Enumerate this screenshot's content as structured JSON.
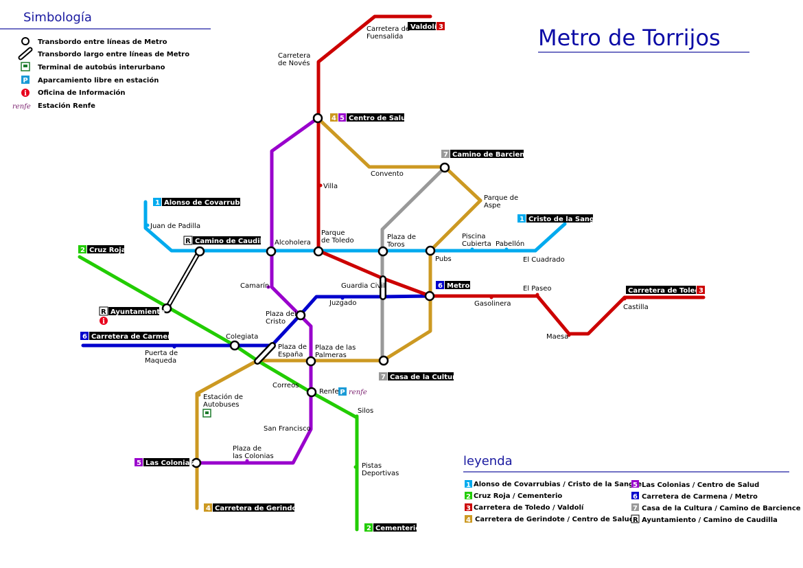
{
  "title": "Metro de Torrijos",
  "simbologia": {
    "heading": "Simbología",
    "items": [
      {
        "icon": "transfer-circle-icon",
        "label": "Transbordo entre líneas de Metro"
      },
      {
        "icon": "long-transfer-icon",
        "label": "Transbordo largo entre líneas de Metro"
      },
      {
        "icon": "bus-terminal-icon",
        "label": "Terminal de autobús interurbano"
      },
      {
        "icon": "parking-icon",
        "label": "Aparcamiento libre en estación"
      },
      {
        "icon": "info-icon",
        "label": "Oficina de Información"
      },
      {
        "icon": "renfe-logo",
        "label": "Estación Renfe"
      }
    ],
    "renfe_text": "renfe"
  },
  "leyenda": {
    "heading": "leyenda",
    "items": [
      {
        "num": "1",
        "color": "#00aaee",
        "label": "Alonso de Covarrubias / Cristo de la Sangre"
      },
      {
        "num": "2",
        "color": "#22cc00",
        "label": "Cruz Roja / Cementerio"
      },
      {
        "num": "3",
        "color": "#cc0000",
        "label": "Carretera de Toledo / Valdolí"
      },
      {
        "num": "4",
        "color": "#cc9922",
        "label": "Carretera de Gerindote / Centro de Salud"
      },
      {
        "num": "5",
        "color": "#9900cc",
        "label": "Las Colonias / Centro de Salud"
      },
      {
        "num": "6",
        "color": "#0000cc",
        "label": "Carretera de Carmena / Metro"
      },
      {
        "num": "7",
        "color": "#999999",
        "label": "Casa de la Cultura / Camino de Barcience"
      },
      {
        "num": "R",
        "color": "#ffffff",
        "label": "Ayuntamiento / Camino de Caudilla"
      }
    ]
  },
  "colors": {
    "line1": "#00aaee",
    "line2": "#22cc00",
    "line3": "#cc0000",
    "line4": "#cc9922",
    "line5": "#9900cc",
    "line6": "#0000cc",
    "line7": "#999999",
    "heading": "#0b0ba6"
  },
  "terminals": {
    "valdoli": {
      "num": "3",
      "name": "Valdolí"
    },
    "centro_salud": {
      "nums": [
        "4",
        "5"
      ],
      "name": "Centro de Salud"
    },
    "camino_barcience": {
      "num": "7",
      "name": "Camino de Barcience"
    },
    "alonso": {
      "num": "1",
      "name": "Alonso de Covarrubias"
    },
    "cristo_sangre": {
      "num": "1",
      "name": "Cristo de la Sangre"
    },
    "camino_caudilla": {
      "num": "R",
      "name": "Camino de Caudilla"
    },
    "cruz_roja": {
      "num": "2",
      "name": "Cruz Roja"
    },
    "metro": {
      "num": "6",
      "name": "Metro"
    },
    "carretera_toledo": {
      "num": "3",
      "name": "Carretera de Toledo"
    },
    "ayuntamiento": {
      "num": "R",
      "name": "Ayuntamiento"
    },
    "carretera_carmena": {
      "num": "6",
      "name": "Carretera de Carmena"
    },
    "casa_cultura": {
      "num": "7",
      "name": "Casa de la Cultura"
    },
    "las_colonias": {
      "num": "5",
      "name": "Las Colonias"
    },
    "carretera_gerindote": {
      "num": "4",
      "name": "Carretera de Gerindote"
    },
    "cementerio": {
      "num": "2",
      "name": "Cementerio"
    }
  },
  "stations": {
    "carretera_fuensalida": [
      "Carretera de",
      "Fuensalida"
    ],
    "carretera_noves": [
      "Carretera",
      "de Novés"
    ],
    "villa": "Villa",
    "convento": "Convento",
    "parque_aspe": [
      "Parque de",
      "Aspe"
    ],
    "juan_padilla": "Juan de Padilla",
    "alcoholera": "Alcoholera",
    "parque_toledo": [
      "Parque",
      "de Toledo"
    ],
    "plaza_toros": [
      "Plaza de",
      "Toros"
    ],
    "piscina": [
      "Piscina",
      "Cubierta"
    ],
    "pabellon": "Pabellón",
    "pubs": "Pubs",
    "el_cuadrado": "El Cuadrado",
    "camarin": "Camarín",
    "guardia_civil": "Guardia Civil",
    "juzgado": "Juzgado",
    "el_paseo": "El Paseo",
    "gasolinera": "Gasolinera",
    "castilla": "Castilla",
    "maesa": "Maesa",
    "plaza_cristo": [
      "Plaza del",
      "Cristo"
    ],
    "colegiata": "Colegiata",
    "puerta_maqueda": [
      "Puerta de",
      "Maqueda"
    ],
    "plaza_espana": [
      "Plaza de",
      "España"
    ],
    "plaza_palmeras": [
      "Plaza de las",
      "Palmeras"
    ],
    "correos": "Correos",
    "renfe": "Renfe",
    "estacion_autobuses": [
      "Estación de",
      "Autobuses"
    ],
    "silos": "Silos",
    "san_francisco": "San Francisco",
    "plaza_colonias": [
      "Plaza de",
      "las Colonias"
    ],
    "pistas": [
      "Pistas",
      "Deportivas"
    ]
  }
}
